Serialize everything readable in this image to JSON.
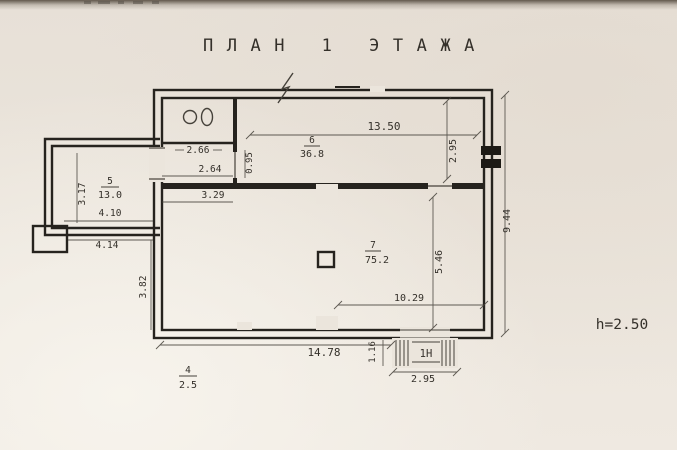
{
  "document": {
    "title": "ПЛАН 1 ЭТАЖА",
    "height_note": "h=2.50"
  },
  "rooms": {
    "r4": {
      "number": "4",
      "area": "2.5"
    },
    "r5": {
      "number": "5",
      "area": "13.0"
    },
    "r6": {
      "number": "6",
      "area": "36.8"
    },
    "r7": {
      "number": "7",
      "area": "75.2"
    }
  },
  "stairs": {
    "label": "1Н"
  },
  "dims": {
    "d13_50": "13.50",
    "d2_95_right": "2.95",
    "d2_66": "2.66",
    "d0_95": "0.95",
    "d2_64": "2.64",
    "d3_29": "3.29",
    "d3_17": "3.17",
    "d4_10": "4.10",
    "d4_14": "4.14",
    "d3_82": "3.82",
    "d5_46": "5.46",
    "d9_44": "9.44",
    "d10_29": "10.29",
    "d14_78": "14.78",
    "d1_16": "1.16",
    "d2_95_bottom": "2.95"
  },
  "colors": {
    "paper": "#ebe5dc",
    "ink": "#26231e"
  }
}
